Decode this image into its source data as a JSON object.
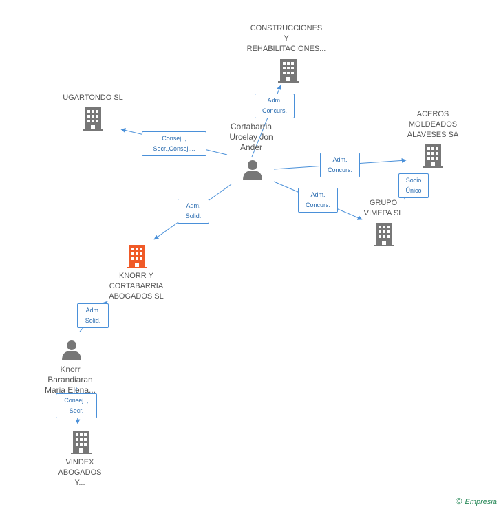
{
  "nodes": {
    "construcciones": {
      "lines": [
        "CONSTRUCCIONES",
        "Y",
        "REHABILITACIONES..."
      ],
      "color": "#777777"
    },
    "ugartondo": {
      "lines": [
        "UGARTONDO SL"
      ],
      "color": "#777777"
    },
    "cortabarria": {
      "lines": [
        "Cortabarria",
        "Urcelay Jon",
        "Ander"
      ],
      "color": "#777777"
    },
    "aceros": {
      "lines": [
        "ACEROS",
        "MOLDEADOS",
        "ALAVESES SA"
      ],
      "color": "#777777"
    },
    "grupo": {
      "lines": [
        "GRUPO",
        "VIMEPA SL"
      ],
      "color": "#777777"
    },
    "knorr_cortabarria": {
      "lines": [
        "KNORR Y",
        "CORTABARRIA",
        "ABOGADOS SL"
      ],
      "color": "#f05a28"
    },
    "knorr_person": {
      "lines": [
        "Knorr",
        "Barandiaran",
        "Maria Elena..."
      ],
      "color": "#777777"
    },
    "vindex": {
      "lines": [
        "VINDEX",
        "ABOGADOS",
        "Y..."
      ],
      "color": "#777777"
    }
  },
  "edges": {
    "construcciones": {
      "lines": [
        "Adm.",
        "Concurs."
      ]
    },
    "ugartondo": {
      "lines": [
        "Consej. ,",
        "Secr.,Consej...."
      ]
    },
    "aceros": {
      "lines": [
        "Adm.",
        "Concurs."
      ]
    },
    "grupo": {
      "lines": [
        "Adm.",
        "Concurs."
      ]
    },
    "socio": {
      "lines": [
        "Socio",
        "Único"
      ]
    },
    "knorr_cortabarria": {
      "lines": [
        "Adm.",
        "Solid."
      ]
    },
    "knorr_person": {
      "lines": [
        "Adm.",
        "Solid."
      ]
    },
    "vindex": {
      "lines": [
        "Consej. ,",
        "Secr."
      ]
    }
  },
  "colors": {
    "edge": "#4a90d9",
    "highlight": "#f05a28",
    "building": "#777777",
    "person": "#777777"
  },
  "footer": {
    "copyright": "©",
    "brand": "Empresia"
  }
}
